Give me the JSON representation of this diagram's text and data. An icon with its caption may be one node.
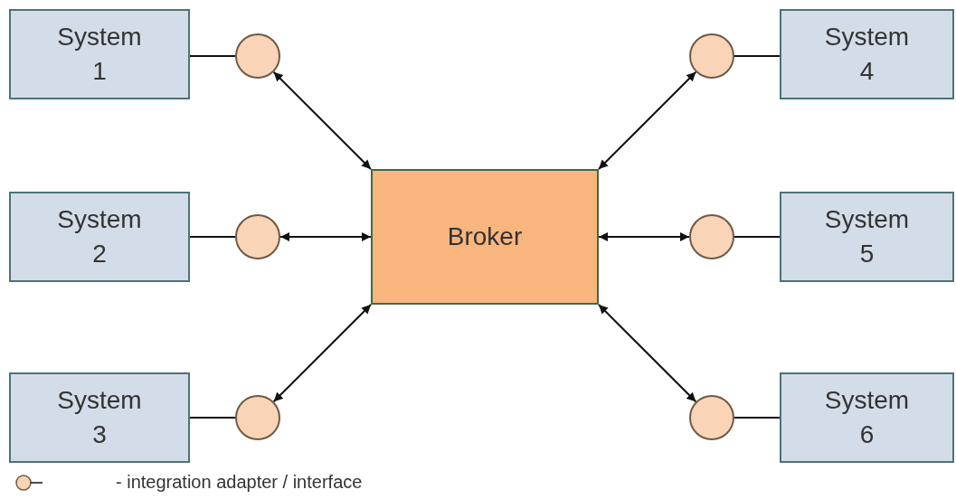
{
  "diagram": {
    "nodes": [
      {
        "text": [
          "System 1"
        ]
      },
      {
        "text": [],
        "shape": "circle"
      },
      {
        "text": [],
        "shape": "circle"
      },
      {
        "text": [
          "System 4"
        ]
      },
      {
        "text": [
          "System 2"
        ]
      },
      {
        "text": [],
        "shape": "circle"
      },
      {
        "text": [
          "Broker"
        ]
      },
      {
        "text": [],
        "shape": "circle"
      },
      {
        "text": [
          "System 5"
        ]
      },
      {
        "text": [
          "System 3"
        ]
      },
      {
        "text": [],
        "shape": "circle"
      },
      {
        "text": [],
        "shape": "circle"
      },
      {
        "text": [
          "System 6"
        ]
      }
    ],
    "edges": [
      {
        "from": 0,
        "to": 1,
        "arrow": "none"
      },
      {
        "from": 1,
        "to": 6,
        "arrow": "both"
      },
      {
        "from": 3,
        "to": 2,
        "arrow": "none"
      },
      {
        "from": 2,
        "to": 6,
        "arrow": "both"
      },
      {
        "from": 4,
        "to": 5,
        "arrow": "none"
      },
      {
        "from": 5,
        "to": 6,
        "arrow": "both"
      },
      {
        "from": 6,
        "to": 7,
        "arrow": "both"
      },
      {
        "from": 7,
        "to": 8,
        "arrow": "none"
      },
      {
        "from": 9,
        "to": 10,
        "arrow": "none"
      },
      {
        "from": 10,
        "to": 6,
        "arrow": "both"
      },
      {
        "from": 6,
        "to": 11,
        "arrow": "both"
      },
      {
        "from": 11,
        "to": 12,
        "arrow": "none"
      }
    ],
    "legend": [
      {
        "text": "- integration adapter / interface"
      }
    ]
  }
}
